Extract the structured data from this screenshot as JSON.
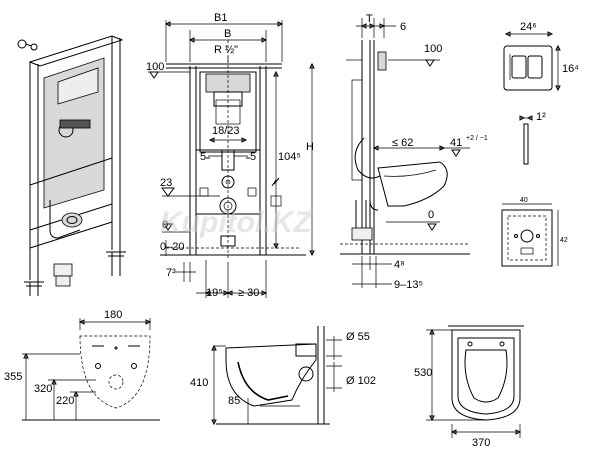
{
  "top_dims": {
    "b1": "B1",
    "b": "B",
    "r_thread": "R ½\"",
    "level_100_left": "100",
    "level_100_right": "100",
    "spacing_18_23": "18/23",
    "offset_5_left": "5",
    "offset_5_right": "5",
    "height_104": "104⁵",
    "height_h": "H",
    "level_23": "23",
    "level_0_left": "0",
    "range_0_20": "0–20",
    "dim_7": "7³",
    "dim_19": "19⁵",
    "dim_30": "≥ 30",
    "dim_t": "T",
    "dim_6": "6",
    "dim_62": "≤ 62",
    "dim_41": "41",
    "dim_41_tol": "+2 / −1",
    "level_0_right": "0",
    "dim_4": "4⁸",
    "dim_9_13": "9–13⁵",
    "plate_24": "24⁶",
    "plate_16": "16⁴",
    "plate_1": "1²",
    "small_40": "40",
    "small_42": "42"
  },
  "bottom_dims": {
    "width_180": "180",
    "height_355": "355",
    "height_320": "320",
    "height_220": "220",
    "height_410": "410",
    "dim_85": "85",
    "dia_55": "Ø 55",
    "dia_102": "Ø 102",
    "depth_530": "530",
    "width_370": "370"
  },
  "watermark": "Kupitol.KZ"
}
